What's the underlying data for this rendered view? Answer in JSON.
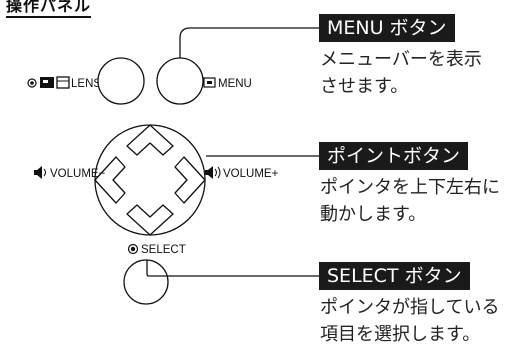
{
  "top_title": "操作パネル",
  "panel_labels": {
    "lens": "LENS",
    "menu": "MENU",
    "volume_minus": "VOLUME−",
    "volume_plus": "VOLUME+",
    "select": "SELECT"
  },
  "callouts": [
    {
      "title": "MENU ボタン",
      "desc_lines": [
        "メニューバーを表示",
        "させます。"
      ]
    },
    {
      "title": "ポイントボタン",
      "desc_lines": [
        "ポインタを上下左右に",
        "動かします。"
      ]
    },
    {
      "title": "SELECT ボタン",
      "desc_lines": [
        "ポインタが指している",
        "項目を選択します。"
      ]
    }
  ],
  "icons": [
    "input-dot-icon",
    "auto-setup-icon",
    "screen-icon",
    "menu-icon",
    "speaker-minus-icon",
    "speaker-plus-icon",
    "select-dot-icon"
  ],
  "colors": {
    "title_bg": "#1a1a1a",
    "title_text": "#ffffff",
    "line": "#111111"
  }
}
